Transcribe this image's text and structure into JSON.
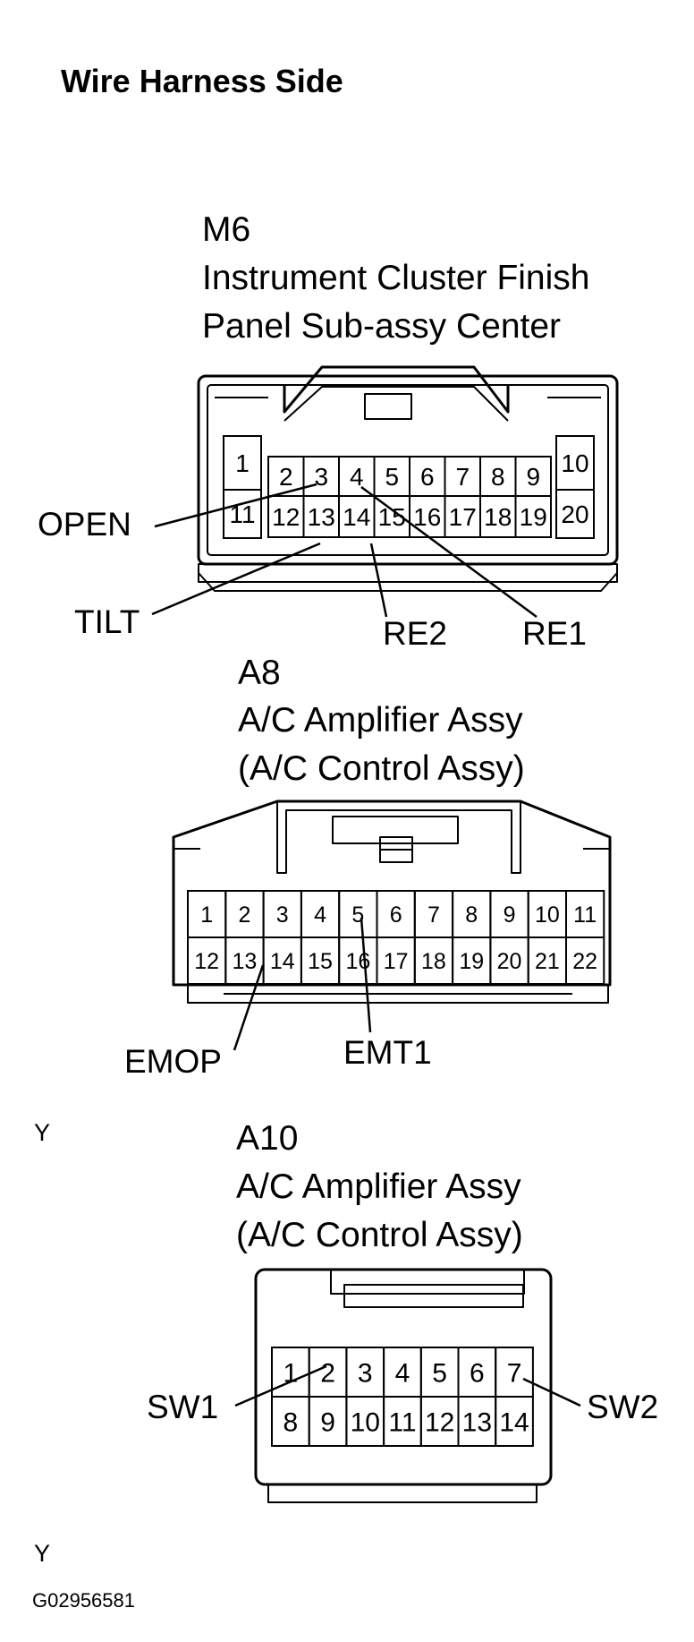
{
  "title": "Wire Harness Side",
  "connectors": {
    "m6": {
      "id": "M6",
      "name_line1": "Instrument Cluster Finish",
      "name_line2": "Panel Sub-assy Center",
      "pins": [
        "1",
        "2",
        "3",
        "4",
        "5",
        "6",
        "7",
        "8",
        "9",
        "10",
        "11",
        "12",
        "13",
        "14",
        "15",
        "16",
        "17",
        "18",
        "19",
        "20"
      ],
      "signals": {
        "open": "OPEN",
        "tilt": "TILT",
        "re2": "RE2",
        "re1": "RE1"
      }
    },
    "a8": {
      "id": "A8",
      "name_line1": "A/C Amplifier Assy",
      "name_line2": "(A/C Control Assy)",
      "pins": [
        "1",
        "2",
        "3",
        "4",
        "5",
        "6",
        "7",
        "8",
        "9",
        "10",
        "11",
        "12",
        "13",
        "14",
        "15",
        "16",
        "17",
        "18",
        "19",
        "20",
        "21",
        "22"
      ],
      "signals": {
        "emop": "EMOP",
        "emt1": "EMT1"
      },
      "color_code": "Y"
    },
    "a10": {
      "id": "A10",
      "name_line1": "A/C Amplifier Assy",
      "name_line2": "(A/C Control Assy)",
      "pins": [
        "1",
        "2",
        "3",
        "4",
        "5",
        "6",
        "7",
        "8",
        "9",
        "10",
        "11",
        "12",
        "13",
        "14"
      ],
      "signals": {
        "sw1": "SW1",
        "sw2": "SW2"
      },
      "color_code": "Y"
    }
  },
  "figure_code": "G02956581"
}
